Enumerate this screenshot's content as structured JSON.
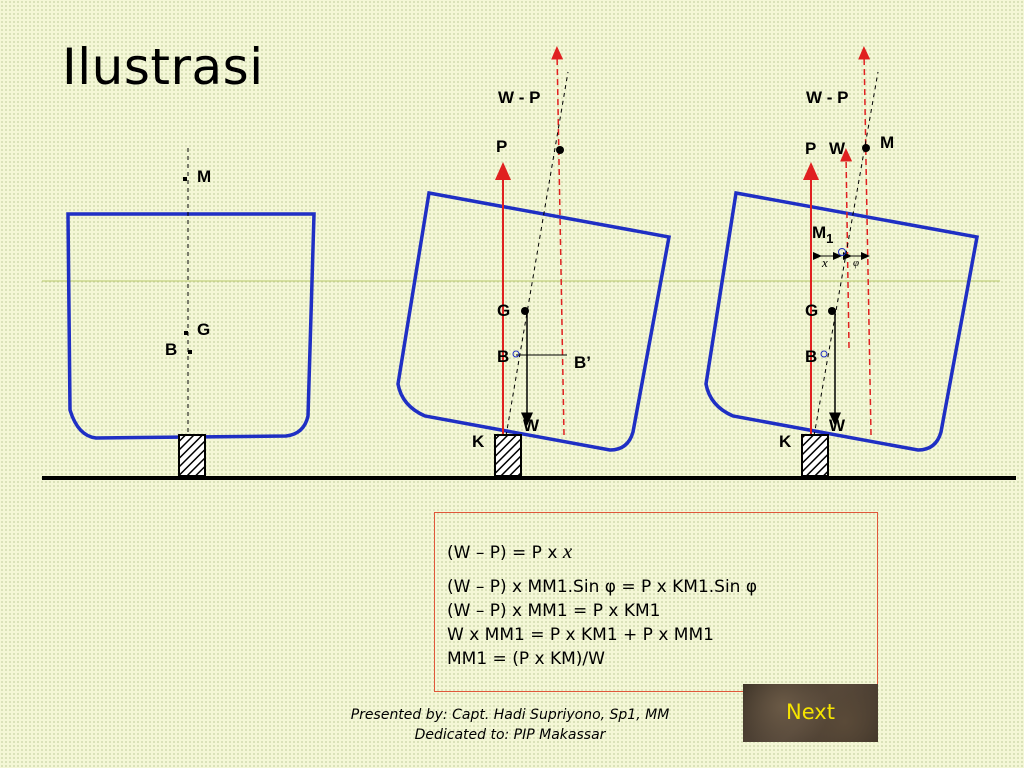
{
  "title": "Ilustrasi",
  "labels": {
    "M": "M",
    "G": "G",
    "B": "B",
    "P": "P",
    "W_minus_P": "W - P",
    "B_prime": "B’",
    "W": "W",
    "K": "K",
    "M1_base": "M",
    "M1_sub": "1",
    "x": "x",
    "phi": "φ"
  },
  "formulas": {
    "line1_prefix": "(W – P) = P x ",
    "line1_var": "x",
    "line2": "(W – P) x MM1.Sin φ = P x KM1.Sin φ",
    "line3": "(W – P) x MM1 = P x KM1",
    "line4": "W x MM1 = P x KM1 + P x MM1",
    "line5": "MM1 = (P x KM)/W"
  },
  "footer": {
    "line1": "Presented by: Capt. Hadi Supriyono, Sp1, MM",
    "line2": "Dedicated to: PIP Makassar"
  },
  "next_button": {
    "label": "Next"
  },
  "colors": {
    "hull": "#1f2fc4",
    "force_arrow": "#e02020",
    "formula_border": "#e0573a",
    "next_text": "#f5e400"
  }
}
